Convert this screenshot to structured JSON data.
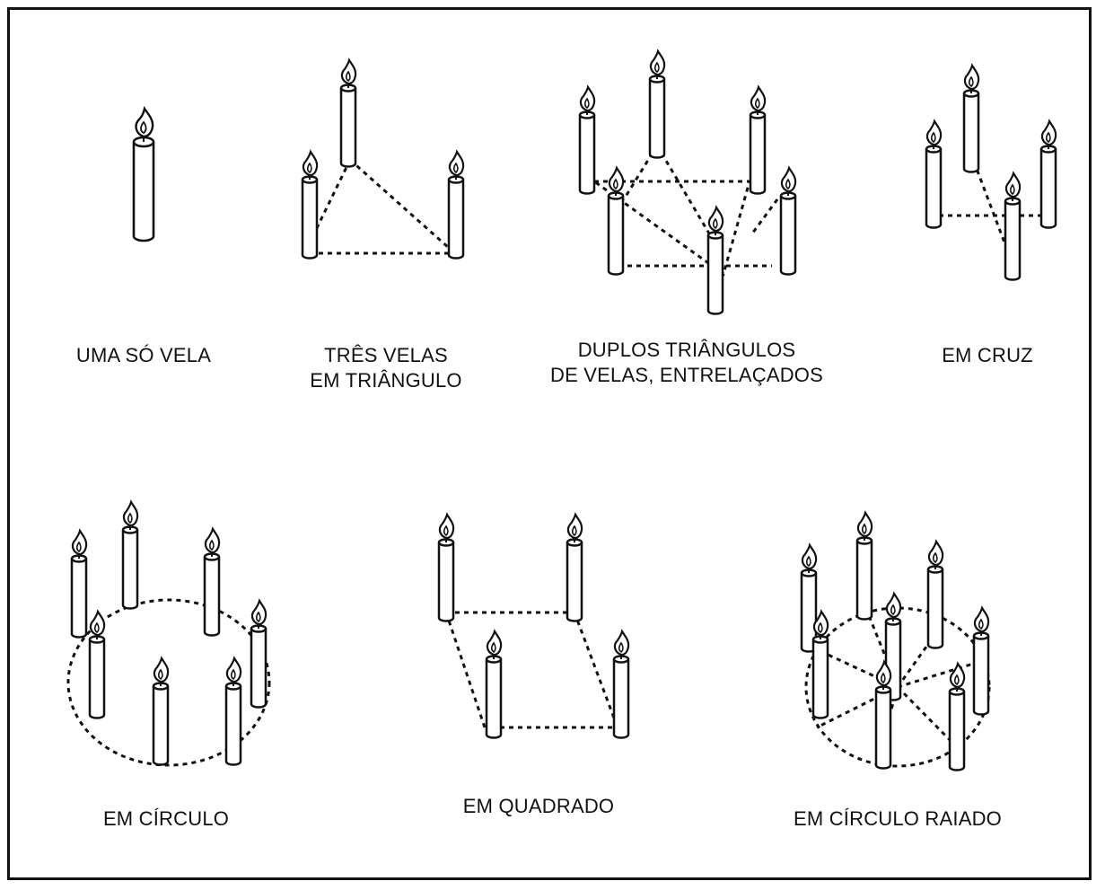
{
  "panels": {
    "single": {
      "lines": [
        "UMA SÓ VELA"
      ]
    },
    "triangle": {
      "lines": [
        "TRÊS VELAS",
        "EM TRIÂNGULO"
      ]
    },
    "double_triangle": {
      "lines": [
        "DUPLOS TRIÂNGULOS",
        "DE VELAS, ENTRELAÇADOS"
      ]
    },
    "cross": {
      "lines": [
        "EM CRUZ"
      ]
    },
    "circle": {
      "lines": [
        "EM CÍRCULO"
      ]
    },
    "square": {
      "lines": [
        "EM QUADRADO"
      ]
    },
    "rayed_circle": {
      "lines": [
        "EM CÍRCULO RAIADO"
      ]
    }
  },
  "colors": {
    "ink": "#111111",
    "background": "#ffffff"
  }
}
